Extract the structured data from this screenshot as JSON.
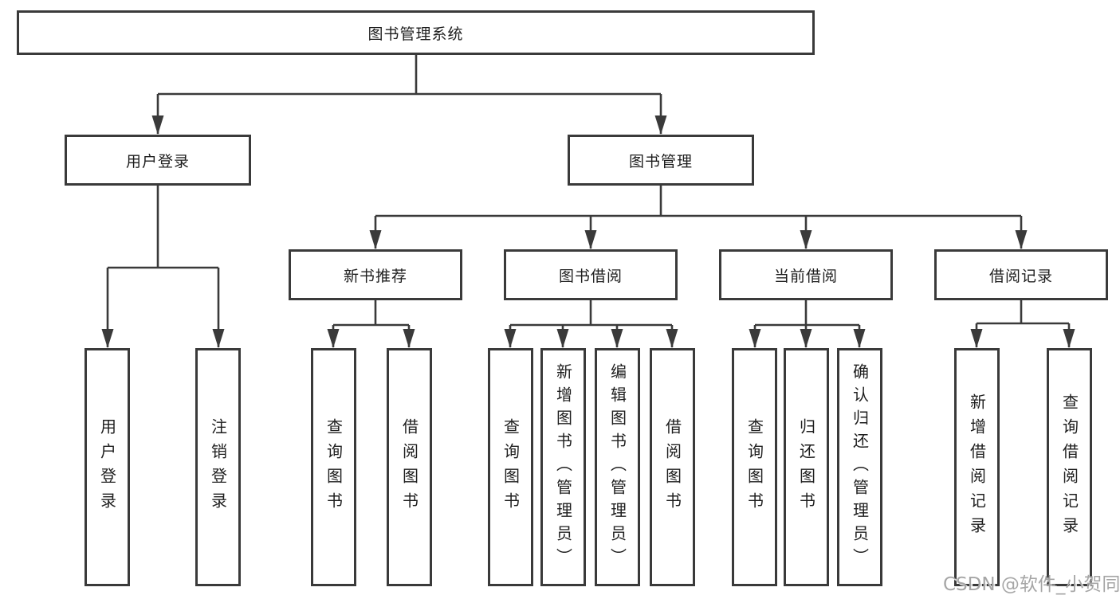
{
  "diagram_type": "tree",
  "colors": {
    "background": "#ffffff",
    "line": "#3a3a3a",
    "box_border": "#3a3a3a",
    "box_fill": "#ffffff",
    "text": "#1e1e1e",
    "watermark": "#a6a6a6"
  },
  "tree": {
    "label": "图书管理系统",
    "children": [
      {
        "label": "用户登录",
        "children": [
          {
            "label": "用户登录"
          },
          {
            "label": "注销登录"
          }
        ]
      },
      {
        "label": "图书管理",
        "children": [
          {
            "label": "新书推荐",
            "children": [
              {
                "label": "查询图书"
              },
              {
                "label": "借阅图书"
              }
            ]
          },
          {
            "label": "图书借阅",
            "children": [
              {
                "label": "查询图书"
              },
              {
                "label": "新增图书（管理员）"
              },
              {
                "label": "编辑图书（管理员）"
              },
              {
                "label": "借阅图书"
              }
            ]
          },
          {
            "label": "当前借阅",
            "children": [
              {
                "label": "查询图书"
              },
              {
                "label": "归还图书"
              },
              {
                "label": "确认归还（管理员）"
              }
            ]
          },
          {
            "label": "借阅记录",
            "children": [
              {
                "label": "新增借阅记录"
              },
              {
                "label": "查询借阅记录"
              }
            ]
          }
        ]
      }
    ]
  },
  "watermark": {
    "text": "CSDN @软件_小贺同学"
  }
}
